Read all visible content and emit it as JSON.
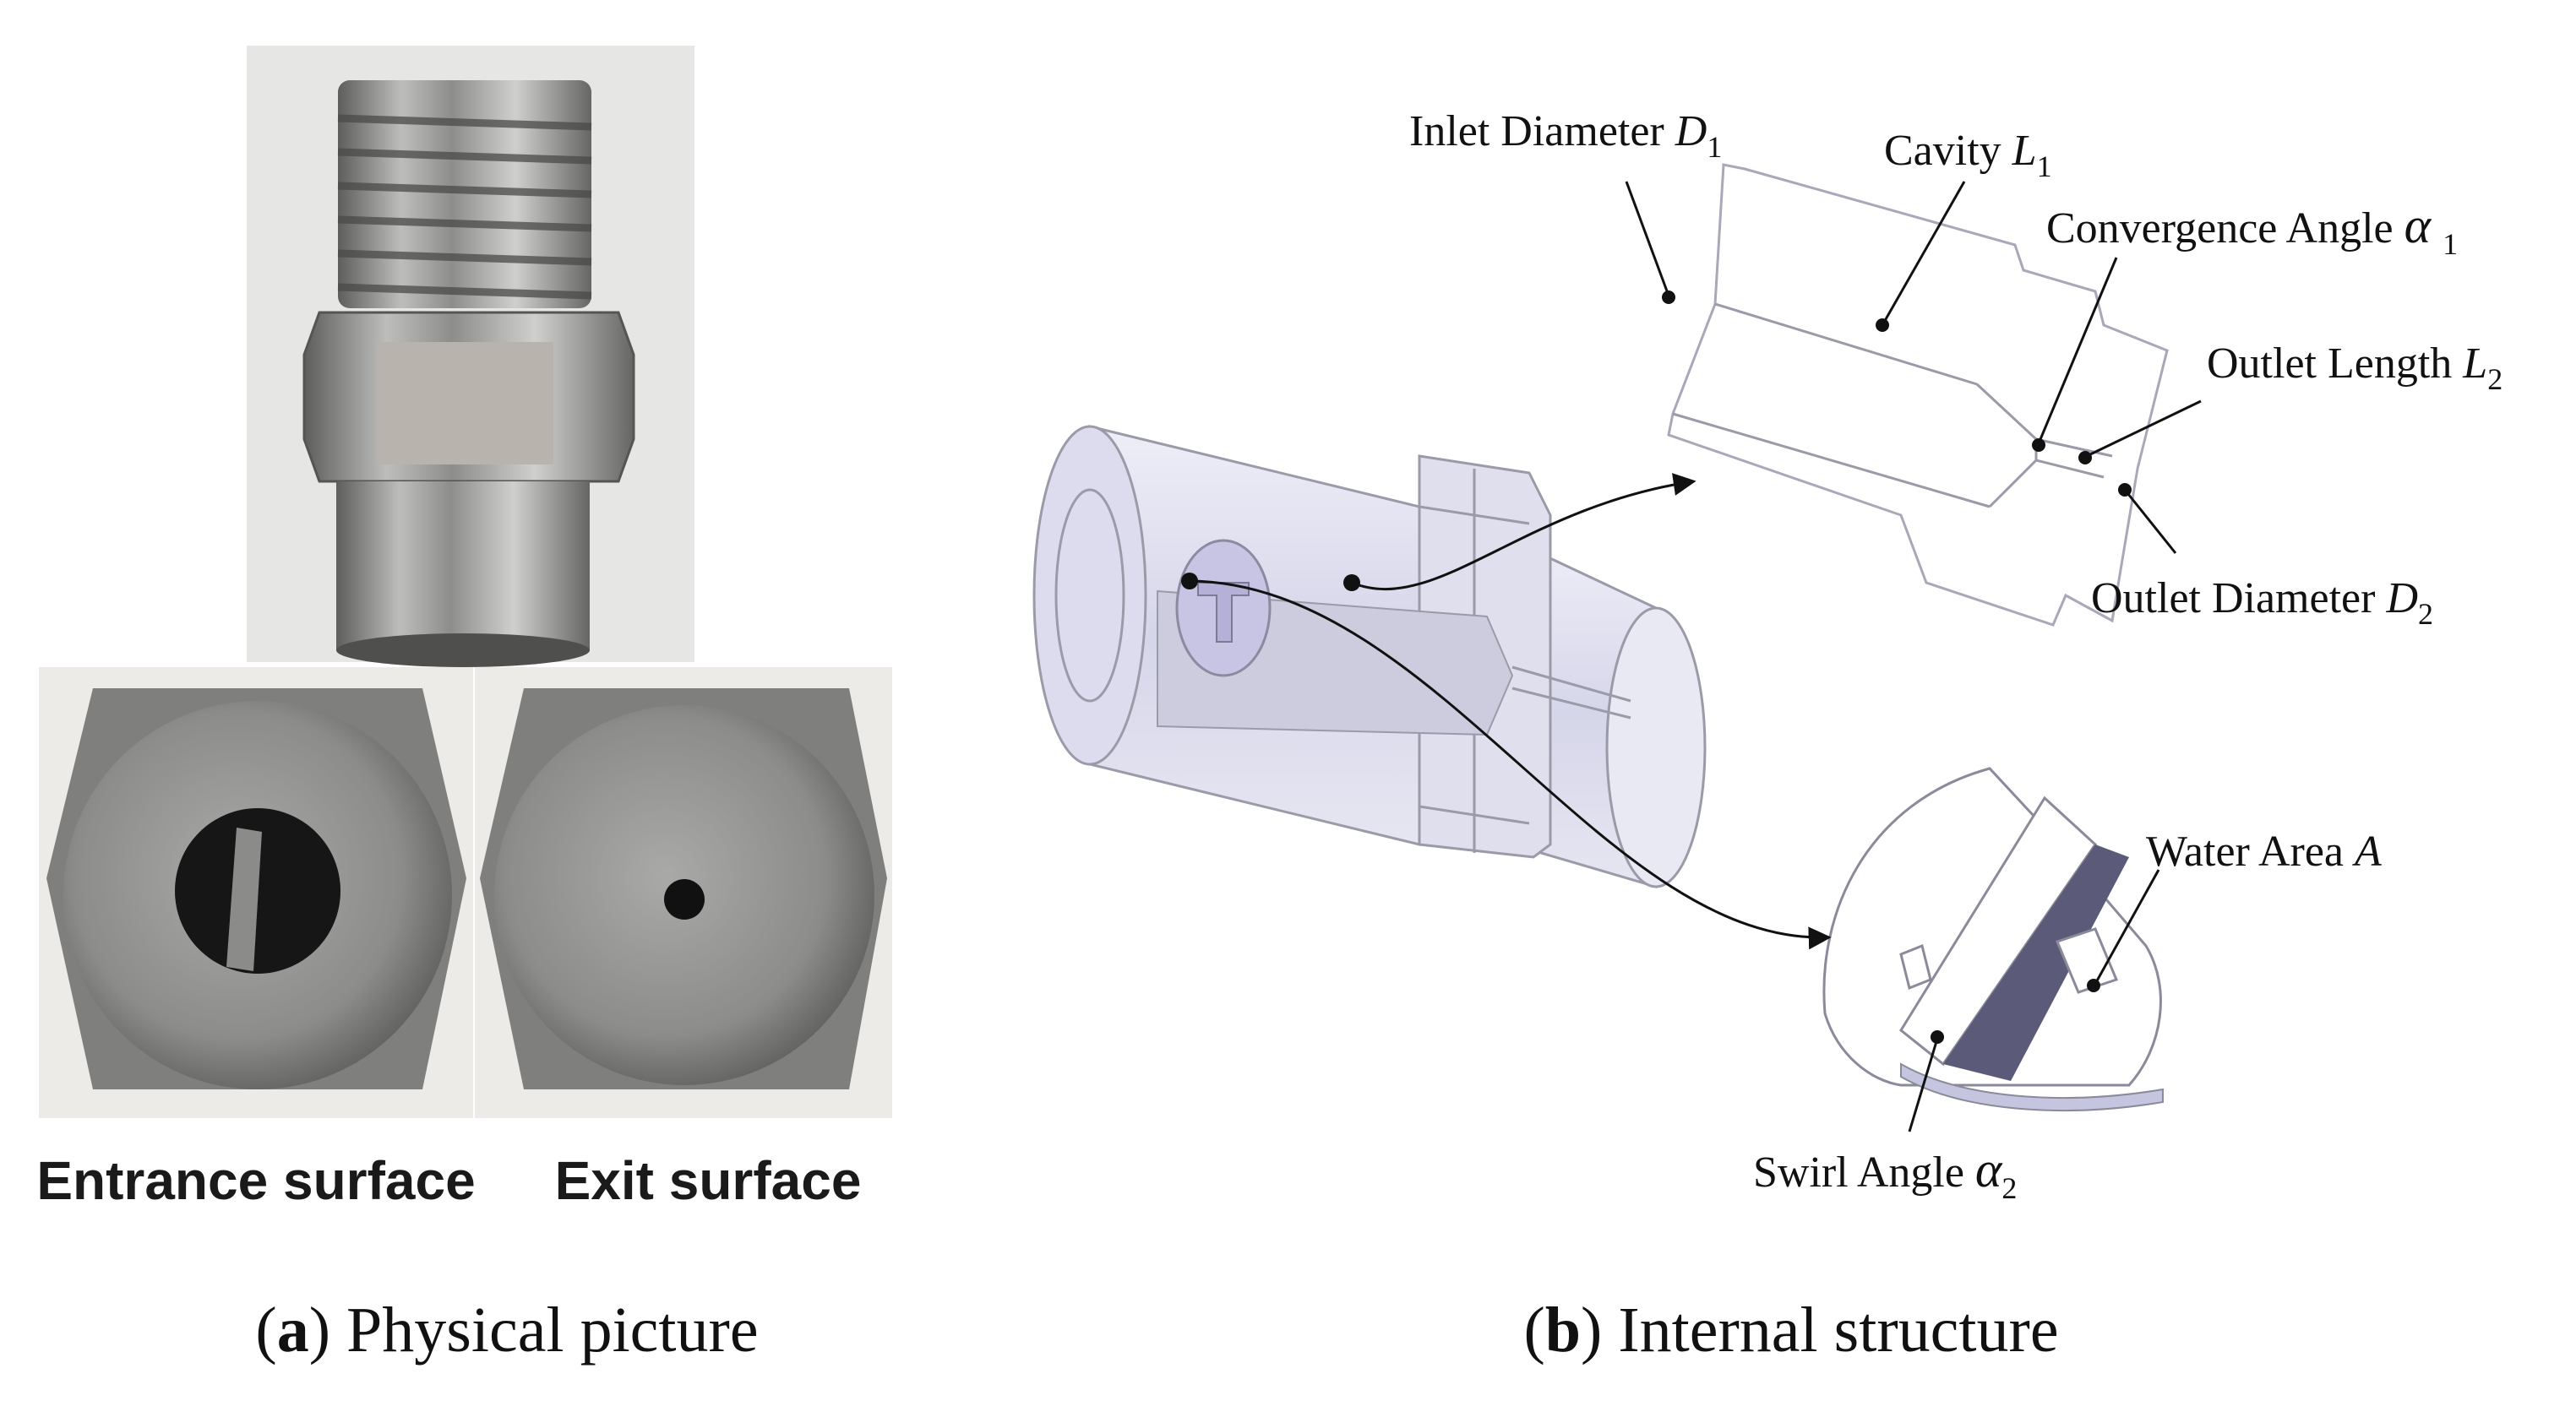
{
  "panel_a": {
    "photo_labels": {
      "entrance": "Entrance surface",
      "exit": "Exit surface"
    },
    "caption": {
      "letter": "a",
      "text": " Physical picture"
    }
  },
  "panel_b": {
    "annotations": {
      "inlet_diameter": {
        "text": "Inlet Diameter ",
        "symbol": "D",
        "sub": "1"
      },
      "cavity": {
        "text": "Cavity ",
        "symbol": "L",
        "sub": "1"
      },
      "convergence_angle": {
        "text": "Convergence Angle ",
        "symbol": "α",
        "sub": "1"
      },
      "outlet_length": {
        "text": "Outlet Length ",
        "symbol": "L",
        "sub": "2"
      },
      "outlet_diameter": {
        "text": "Outlet Diameter ",
        "symbol": "D",
        "sub": "2"
      },
      "water_area": {
        "text": "Water Area ",
        "symbol": "A"
      },
      "swirl_angle": {
        "text": "Swirl Angle ",
        "symbol": "α",
        "sub": "2"
      }
    },
    "caption": {
      "letter": "b",
      "text": " Internal structure"
    }
  },
  "colors": {
    "metal_light": "#c9c9c7",
    "metal_dark": "#6f6f6d",
    "model_fill": "#d8d8ec",
    "swirl_face": "#5b5a78"
  }
}
